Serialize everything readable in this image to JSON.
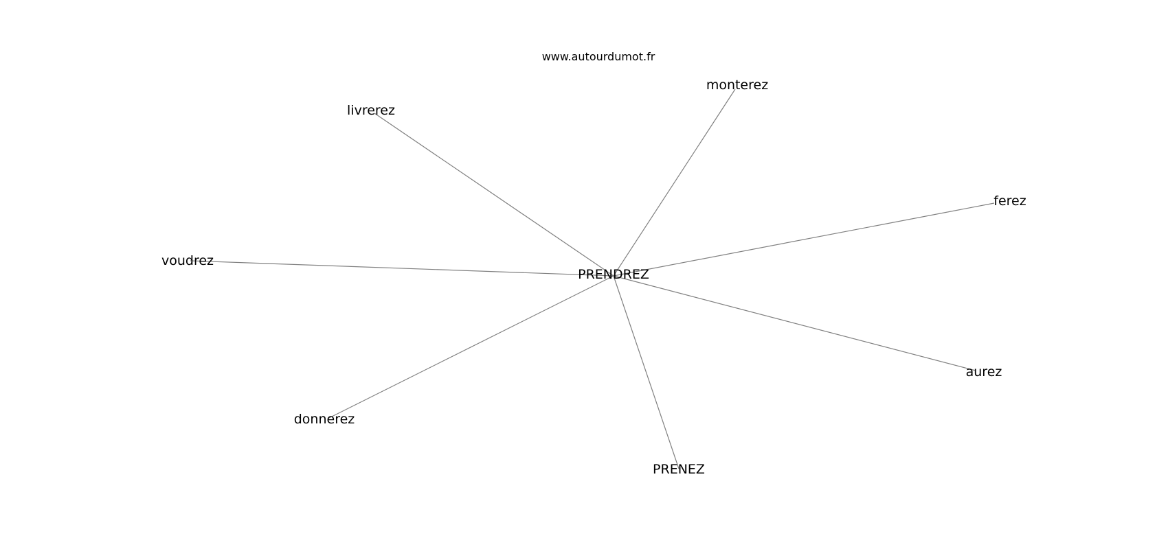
{
  "source": "www.autourdumot.fr",
  "center": "PRENDREZ",
  "neighbors": [
    "monterez",
    "livrerez",
    "ferez",
    "voudrez",
    "aurez",
    "donnerez",
    "PRENEZ"
  ],
  "colors": {
    "background": "#ffffff",
    "edge": "#808080",
    "text": "#000000"
  }
}
